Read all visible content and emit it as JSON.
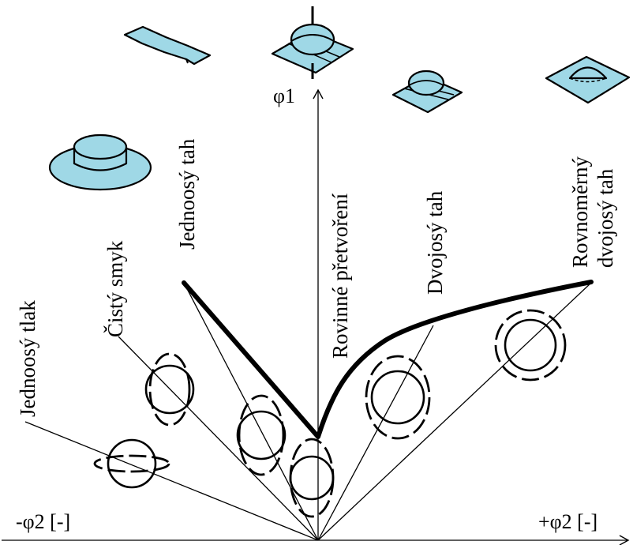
{
  "axes": {
    "y_label": "φ1",
    "x_neg_label": "-φ2 [-]",
    "x_pos_label": "+φ2 [-]"
  },
  "labels": {
    "uniaxial_compression": "Jednoosý tlak",
    "pure_shear": "Čistý smyk",
    "uniaxial_tension": "Jednoosý tah",
    "plane_strain": "Rovinné přetvoření",
    "biaxial_tension": "Dvojosý tah",
    "equibiaxial_tension_line1": "Rovnoměrný",
    "equibiaxial_tension_line2": "dvojosý tah"
  },
  "colors": {
    "specimen_fill": "#9fd8e6",
    "line": "#000000"
  },
  "icons": [
    "tensile-dogbone-icon",
    "plane-strain-specimen-icon",
    "biaxial-specimen-icon",
    "equibiaxial-dome-icon",
    "shear-disk-icon"
  ]
}
